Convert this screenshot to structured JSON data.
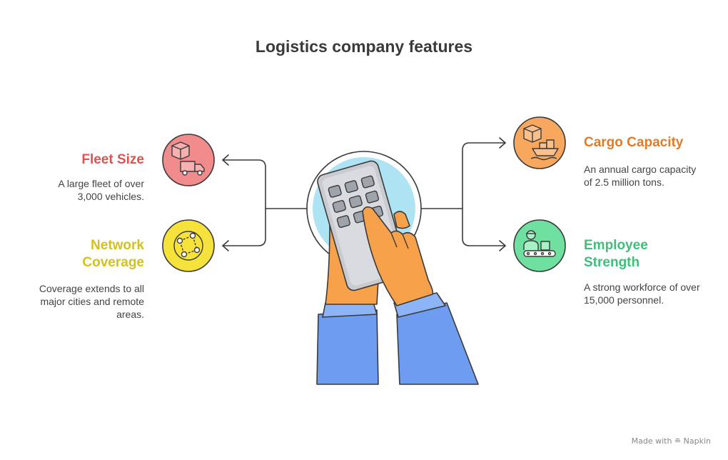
{
  "title": "Logistics company features",
  "features": {
    "fleet": {
      "heading": "Fleet Size",
      "desc": "A large fleet of over 3,000 vehicles.",
      "color": "#e05252",
      "fill": "#f28b8b",
      "icon": "truck-package-icon"
    },
    "network": {
      "heading": "Network Coverage",
      "desc": "Coverage extends to all major cities and remote areas.",
      "color": "#d4c21a",
      "fill": "#f5e33c",
      "icon": "network-map-icon"
    },
    "cargo": {
      "heading": "Cargo Capacity",
      "desc": "An annual cargo capacity of 2.5 million tons.",
      "color": "#e07b2a",
      "fill": "#f7a85e",
      "icon": "cargo-ship-icon"
    },
    "employee": {
      "heading": "Employee Strength",
      "desc": "A strong workforce of over 15,000 personnel.",
      "color": "#3fbf7a",
      "fill": "#6fe0a0",
      "icon": "worker-conveyor-icon"
    }
  },
  "watermark": "Made with ≘ Napkin"
}
